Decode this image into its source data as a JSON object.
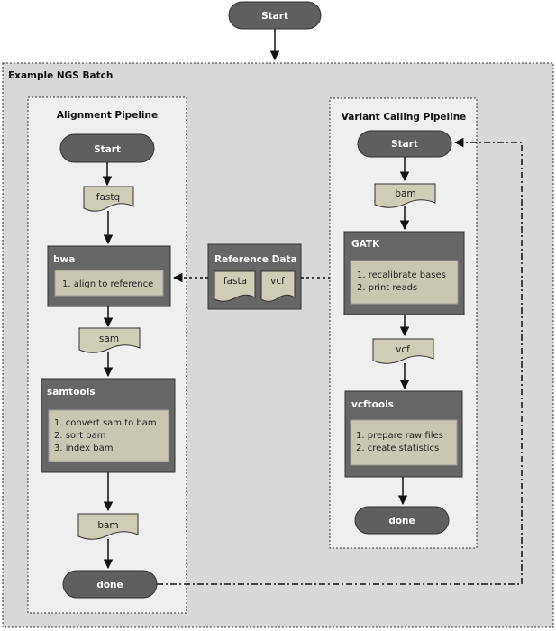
{
  "batch": {
    "label": "Example NGS Batch",
    "start": "Start"
  },
  "reference": {
    "title": "Reference Data",
    "files": [
      "fasta",
      "vcf"
    ]
  },
  "alignment": {
    "title": "Alignment Pipeline",
    "start": "Start",
    "input_file": "fastq",
    "bwa": {
      "title": "bwa",
      "steps": [
        "1. align to reference"
      ]
    },
    "mid_file": "sam",
    "samtools": {
      "title": "samtools",
      "steps": [
        "1. convert sam to bam",
        "2. sort bam",
        "3. index bam"
      ]
    },
    "output_file": "bam",
    "done": "done"
  },
  "variant": {
    "title": "Variant Calling Pipeline",
    "start": "Start",
    "input_file": "bam",
    "gatk": {
      "title": "GATK",
      "steps": [
        "1. recalibrate bases",
        "2. print reads"
      ]
    },
    "mid_file": "vcf",
    "vcftools": {
      "title": "vcftools",
      "steps": [
        "1. prepare raw files",
        "2. create statistics"
      ]
    },
    "done": "done"
  },
  "colors": {
    "terminal": "#5f5f5f",
    "process": "#666666",
    "step_panel": "#c9c7b3",
    "file": "#cfcdb8",
    "outer_bg": "#d9d8d8",
    "pipeline_bg": "#efefef"
  }
}
